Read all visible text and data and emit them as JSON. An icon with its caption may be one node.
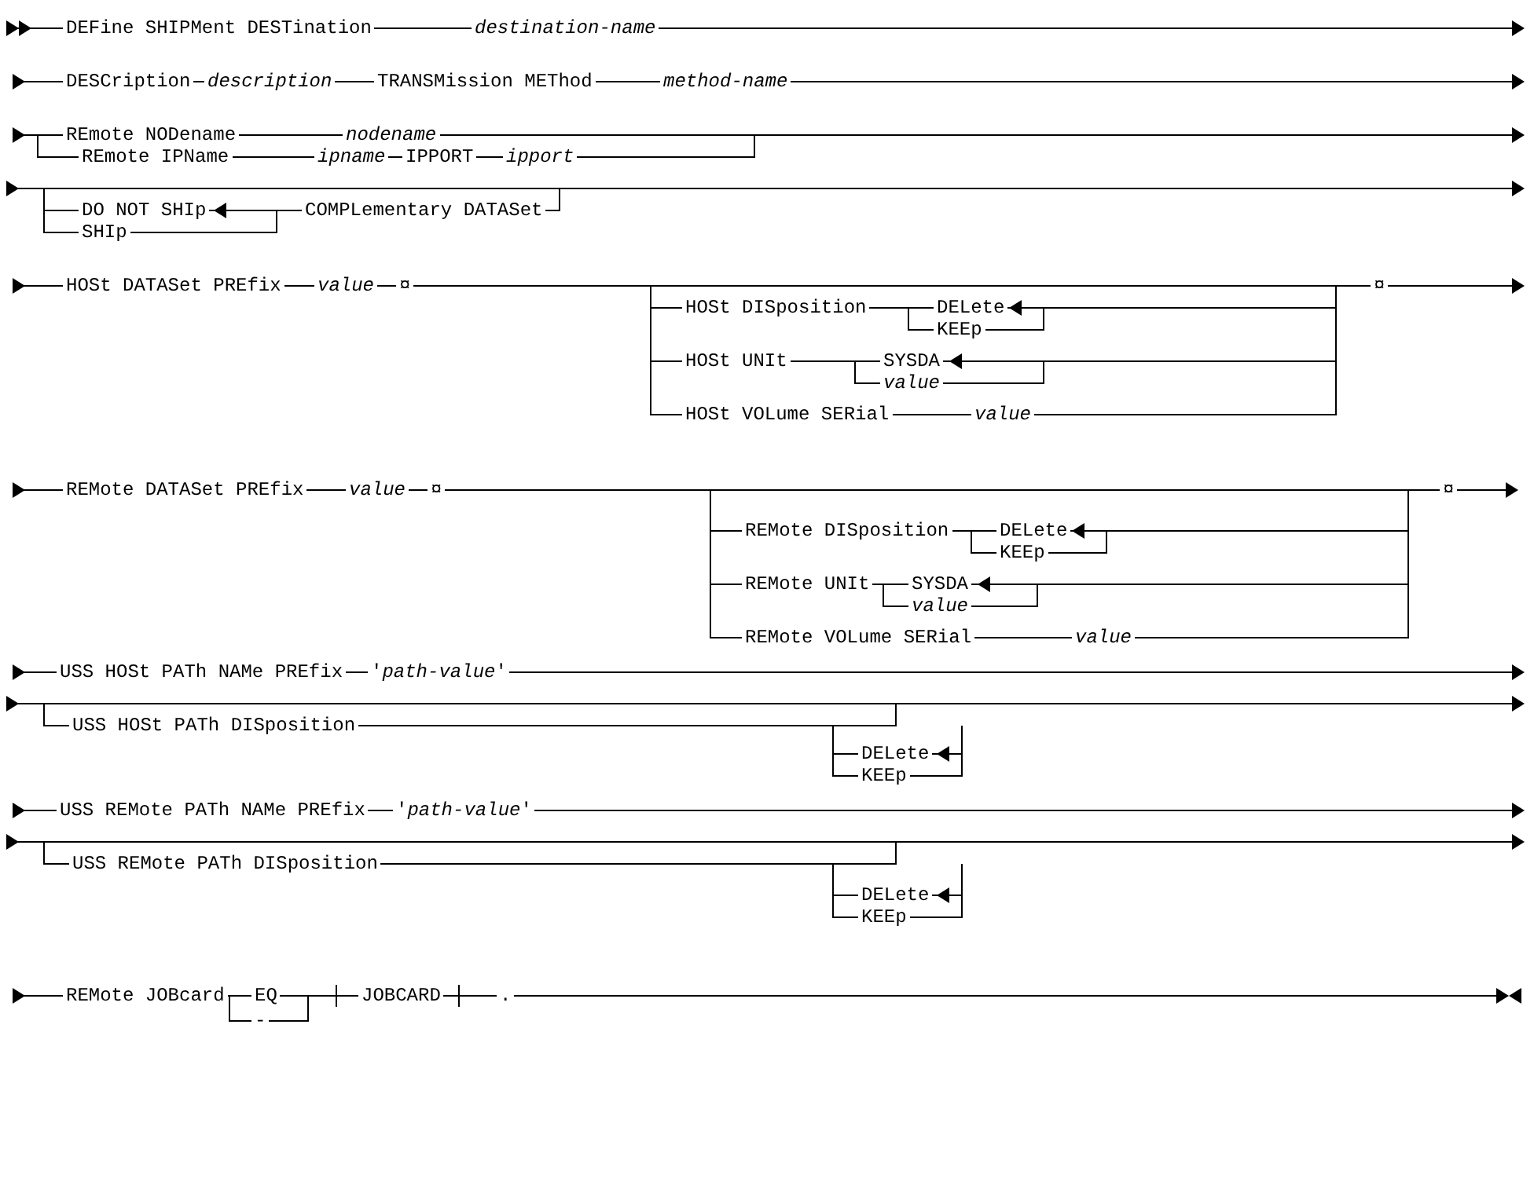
{
  "diagram": {
    "labels": [
      "DEFine SHIPMent DESTination",
      "destination-name",
      "DESCription",
      "description",
      "TRANSMission METhod",
      "method-name",
      "REmote NODename",
      "nodename",
      "REmote IPName",
      "ipname",
      "IPPORT",
      "ipport",
      "DO NOT SHIp",
      "COMPLementary DATASet",
      "SHIp",
      "HOSt DATASet PREfix",
      "value",
      "¤",
      "¤",
      "HOSt DISposition",
      "DELete",
      "KEEp",
      "HOSt UNIt",
      "SYSDA",
      "value",
      "HOSt VOLume SERial",
      "value",
      "REMote DATASet PREfix",
      "value",
      "¤",
      "¤",
      "REMote DISposition",
      "DELete",
      "KEEp",
      "REMote UNIt",
      "SYSDA",
      "value",
      "REMote VOLume SERial",
      "value",
      "USS HOSt PATh NAMe PREfix",
      "'*path-value*'",
      "USS HOSt PATh DISposition",
      "DELete",
      "KEEp",
      "USS REMote PATh NAMe PREfix",
      "'*path-value*'",
      "USS REMote PATh DISposition",
      "DELete",
      "KEEp",
      "REMote JOBcard",
      "EQ",
      "JOBCARD",
      ".",
      "-"
    ]
  }
}
